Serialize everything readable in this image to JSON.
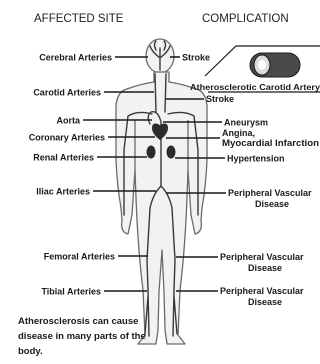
{
  "headers": {
    "affected_site": "AFFECTED SITE",
    "complication": "COMPLICATION"
  },
  "affected_sites": [
    "Cerebral Arteries",
    "Carotid Arteries",
    "Aorta",
    "Coronary Arteries",
    "Renal Arteries",
    "Iliac Arteries",
    "Femoral Arteries",
    "Tibial Arteries"
  ],
  "complications": [
    "Stroke",
    "Atherosclerotic Carotid Artery",
    "Stroke",
    "Aneurysm",
    "Angina,",
    "Myocardial Infarction",
    "Hypertension",
    "Peripheral Vascular",
    "Disease",
    "Peripheral Vascular",
    "Disease",
    "Peripheral Vascular",
    "Disease"
  ],
  "footnote": "Atherosclerosis can cause disease in many parts of the body.",
  "colors": {
    "body_outline": "#6a6a6a",
    "body_fill": "#f2f2f2",
    "artery": "#3a3a3a",
    "heart": "#2b2b2b"
  }
}
